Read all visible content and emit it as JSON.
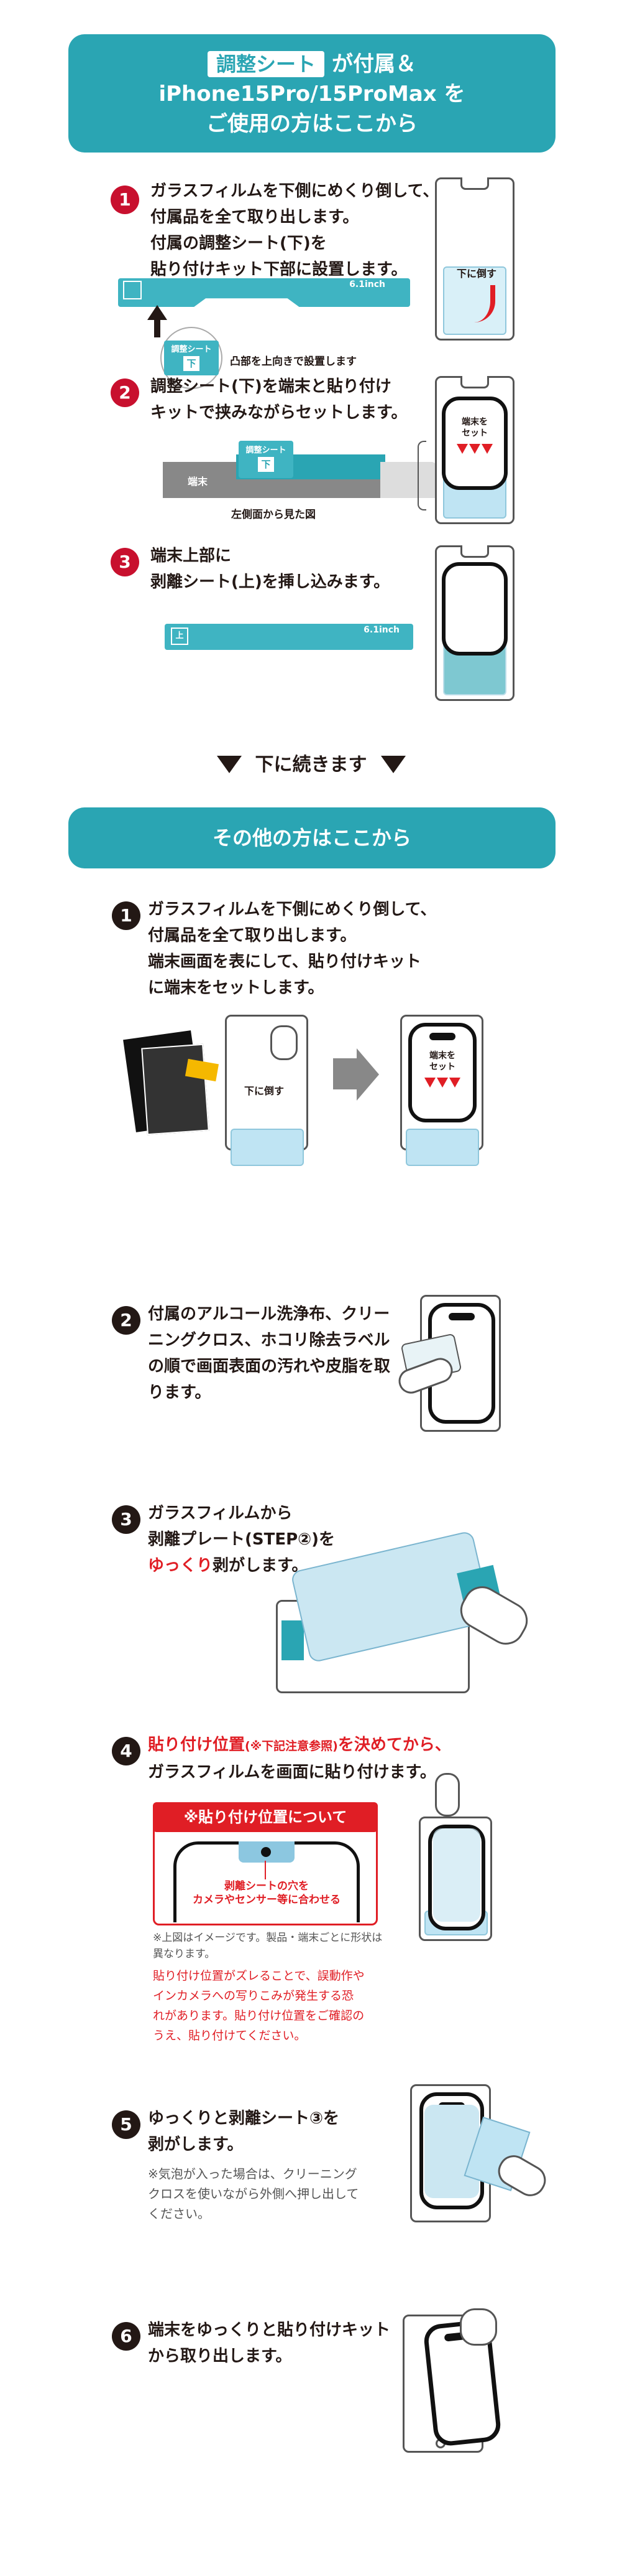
{
  "banner1": {
    "tag": "調整シート",
    "line1_rest": "が付属＆",
    "line2": "iPhone15Pro/15ProMax を",
    "line3": "ご使用の方はここから"
  },
  "sectionA": {
    "steps": [
      {
        "num": "1",
        "lines": [
          "ガラスフィルムを下側にめくり倒して、",
          "付属品を全て取り出します。",
          "付属の調整シート(下)を",
          "貼り付けキット下部に設置します。"
        ]
      },
      {
        "num": "2",
        "lines": [
          "調整シート(下)を端末と貼り付け",
          "キットで挟みながらセットします。"
        ]
      },
      {
        "num": "3",
        "lines": [
          "端末上部に",
          "剥離シート(上)を挿し込みます。"
        ]
      }
    ],
    "step1_sheet_label": "調整シート",
    "step1_sheet_mark": "下",
    "step1_size": "6.1inch",
    "step1_caption_mark": "凸部を上向きで設置します",
    "step1_fold_label": "下に倒す",
    "step2_sheet_label": "調整シート",
    "step2_sheet_mark": "下",
    "step2_device": "端末",
    "step2_caption": "左側面から見た図",
    "step2_set_label": [
      "端末を",
      "セット"
    ],
    "step3_size": "6.1inch",
    "step3_mark": "上"
  },
  "continue_text": "下に続きます",
  "banner2": {
    "title": "その他の方はここから"
  },
  "sectionB": {
    "steps": [
      {
        "num": "1",
        "lines": [
          "ガラスフィルムを下側にめくり倒して、",
          "付属品を全て取り出します。",
          "端末画面を表にして、貼り付けキット",
          "に端末をセットします。"
        ]
      },
      {
        "num": "2",
        "lines": [
          "付属のアルコール洗浄布、クリー",
          "ニングクロス、ホコリ除去ラベル",
          "の順で画面表面の汚れや皮脂を取",
          "ります。"
        ]
      },
      {
        "num": "3",
        "lines": [
          "ガラスフィルムから",
          "剥離プレート(STEP②)を"
        ],
        "highlight": "ゆっくり",
        "after": "剥がします。"
      },
      {
        "num": "4",
        "highlight_line": "貼り付け位置",
        "highlight_note": "(※下記注意参照)",
        "highlight_end": "を決めてから、",
        "line2": "ガラスフィルムを画面に貼り付けます。"
      },
      {
        "num": "5",
        "lines": [
          "ゆっくりと剥離シート③を",
          "剥がします。"
        ],
        "note_lines": [
          "※気泡が入った場合は、クリーニング",
          "クロスを使いながら外側へ押し出して",
          "ください。"
        ]
      },
      {
        "num": "6",
        "lines": [
          "端末をゆっくりと貼り付けキット",
          "から取り出します。"
        ]
      }
    ],
    "step1_fold_label": "下に倒す",
    "step1_set_label": [
      "端末を",
      "セット"
    ],
    "caution": {
      "title": "※貼り付け位置について",
      "inner": [
        "剥離シートの穴を",
        "カメラやセンサー等に合わせる"
      ],
      "note_lines": [
        "※上図はイメージです。製品・端末ごとに形状は",
        "異なります。"
      ],
      "warning_lines": [
        "貼り付け位置がズレることで、誤動作や",
        "インカメラへの写りこみが発生する恐",
        "れがあります。貼り付け位置をご確認の",
        "うえ、貼り付けてください。"
      ]
    }
  },
  "colors": {
    "teal": "#2aa5b3",
    "red": "#e01e25",
    "dark": "#231815",
    "lightblue": "#bfe4f3"
  }
}
